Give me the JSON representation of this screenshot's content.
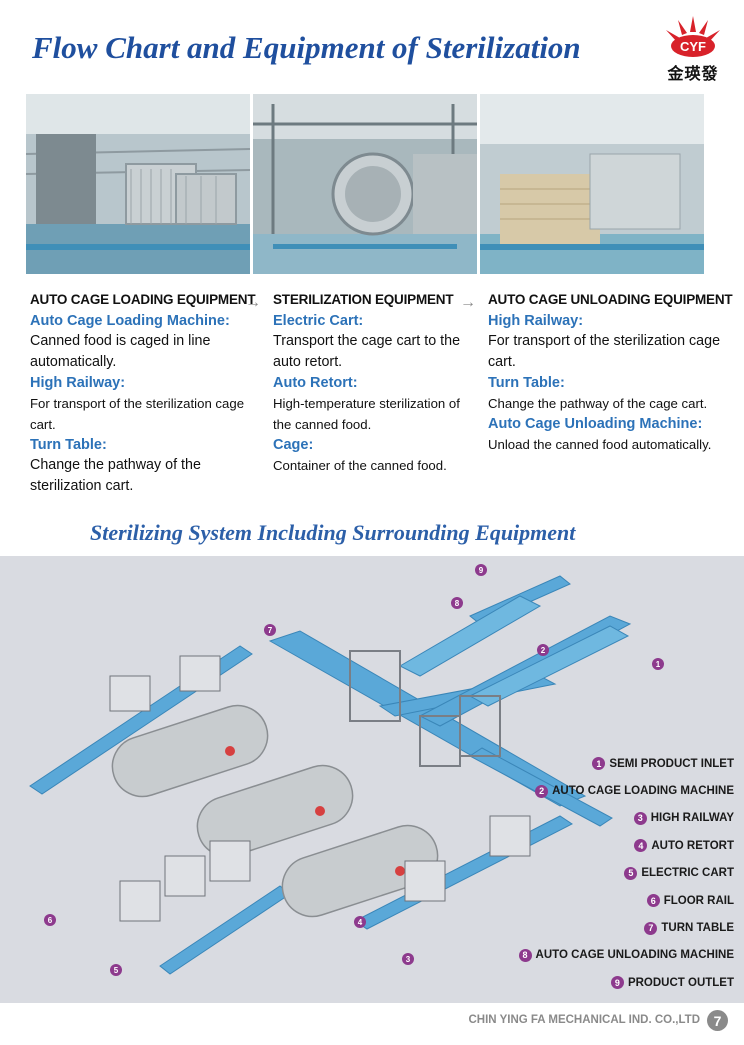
{
  "title": "Flow Chart and Equipment of Sterilization",
  "logo": {
    "text": "CYF",
    "chinese": "金瑛發",
    "color": "#d8222a"
  },
  "columns": [
    {
      "heading": "AUTO CAGE LOADING EQUIPMENT",
      "items": [
        {
          "name": "Auto Cage Loading Machine:",
          "desc": "Canned food is caged in line automatically."
        },
        {
          "name": "High Railway:",
          "desc": "For transport of the sterilization cage cart."
        },
        {
          "name": "Turn Table:",
          "desc": "Change the pathway of the sterilization cart."
        }
      ]
    },
    {
      "heading": "STERILIZATION  EQUIPMENT",
      "items": [
        {
          "name": "Electric Cart:",
          "desc": "Transport the cage cart to the auto retort."
        },
        {
          "name": "Auto Retort:",
          "desc": "High-temperature sterilization of the canned food."
        },
        {
          "name": "Cage:",
          "desc": "Container of the canned food."
        }
      ]
    },
    {
      "heading": "AUTO CAGE UNLOADING EQUIPMENT",
      "items": [
        {
          "name": "High Railway:",
          "desc": "For transport of the sterilization cage cart."
        },
        {
          "name": "Turn Table:",
          "desc": "Change the pathway of the cage cart."
        },
        {
          "name": "Auto Cage Unloading Machine:",
          "desc": "Unload the canned food automatically."
        }
      ]
    }
  ],
  "subtitle": "Sterilizing System Including Surrounding Equipment",
  "legend": [
    {
      "num": "1",
      "label": "SEMI PRODUCT INLET"
    },
    {
      "num": "2",
      "label": "AUTO CAGE LOADING MACHINE"
    },
    {
      "num": "3",
      "label": "HIGH RAILWAY"
    },
    {
      "num": "4",
      "label": "AUTO RETORT"
    },
    {
      "num": "5",
      "label": "ELECTRIC CART"
    },
    {
      "num": "6",
      "label": "FLOOR RAIL"
    },
    {
      "num": "7",
      "label": "TURN TABLE"
    },
    {
      "num": "8",
      "label": "AUTO CAGE UNLOADING MACHINE"
    },
    {
      "num": "9",
      "label": "PRODUCT OUTLET"
    }
  ],
  "markers": [
    "1",
    "2",
    "3",
    "4",
    "5",
    "6",
    "7",
    "8",
    "9"
  ],
  "footer": {
    "company": "CHIN YING FA MECHANICAL IND. CO.,LTD",
    "page": "7"
  },
  "colors": {
    "title": "#1f4f9e",
    "item_name": "#2c72b8",
    "legend_dot": "#8d3a8d",
    "diagram_bg": "#d9dbe1",
    "rail": "#5aa8d8"
  }
}
